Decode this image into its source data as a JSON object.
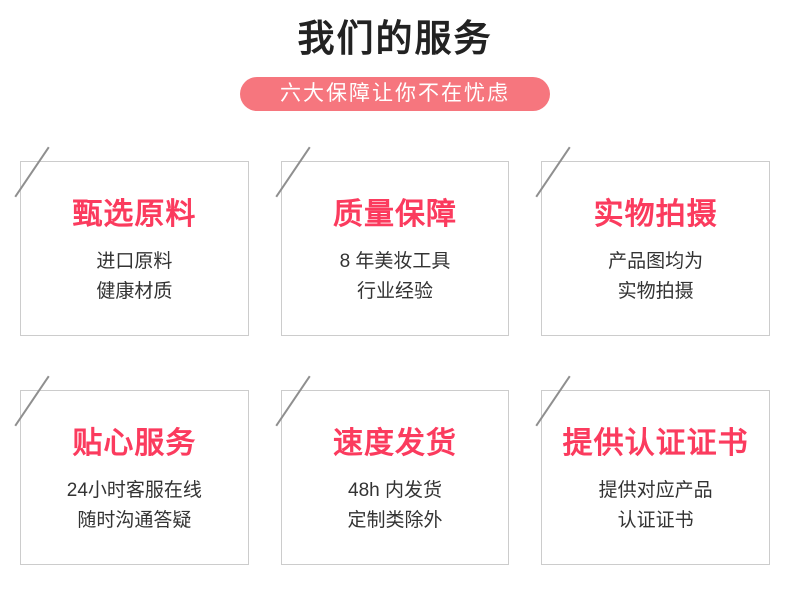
{
  "header": {
    "title": "我们的服务",
    "badge": "六大保障让你不在忧虑"
  },
  "colors": {
    "heading_pink": "#fb3b5e",
    "badge_background": "#f6767e",
    "badge_text": "#ffffff",
    "title_text": "#222222",
    "body_text": "#333333",
    "card_border": "#cccccc",
    "slash_gray": "#8f8f8f"
  },
  "cards": [
    {
      "title": "甄选原料",
      "line1": "进口原料",
      "line2": "健康材质"
    },
    {
      "title": "质量保障",
      "line1": "8 年美妆工具",
      "line2": "行业经验"
    },
    {
      "title": "实物拍摄",
      "line1": "产品图均为",
      "line2": "实物拍摄"
    },
    {
      "title": "贴心服务",
      "line1": "24小时客服在线",
      "line2": "随时沟通答疑"
    },
    {
      "title": "速度发货",
      "line1": "48h 内发货",
      "line2": "定制类除外"
    },
    {
      "title": "提供认证证书",
      "line1": "提供对应产品",
      "line2": "认证证书"
    }
  ]
}
